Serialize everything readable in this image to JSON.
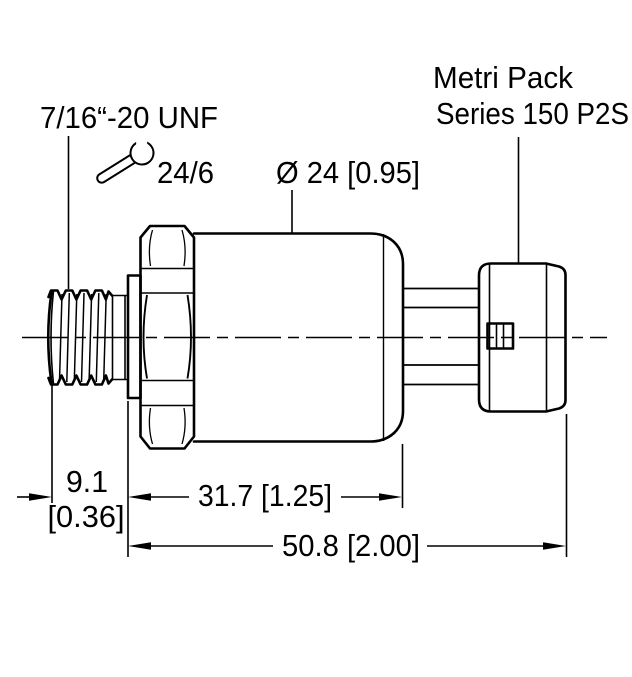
{
  "figure": {
    "type": "technical-dimension-drawing",
    "subject": "pressure sensor with Metri Pack connector",
    "colors": {
      "line": "#000000",
      "background": "#ffffff"
    },
    "icons": {
      "wrench": "open-end-wrench-icon"
    },
    "labels": {
      "thread_spec": "7/16“-20 UNF",
      "wrench_size": "24/6",
      "body_diameter": "Ø 24 [0.95]",
      "connector_line1": "Metri Pack",
      "connector_line2": "Series 150 P2S"
    },
    "dimensions": {
      "thread_length_mm": "9.1",
      "thread_length_in": "[0.36]",
      "body_length": "31.7 [1.25]",
      "overall_length": "50.8 [2.00]"
    }
  }
}
